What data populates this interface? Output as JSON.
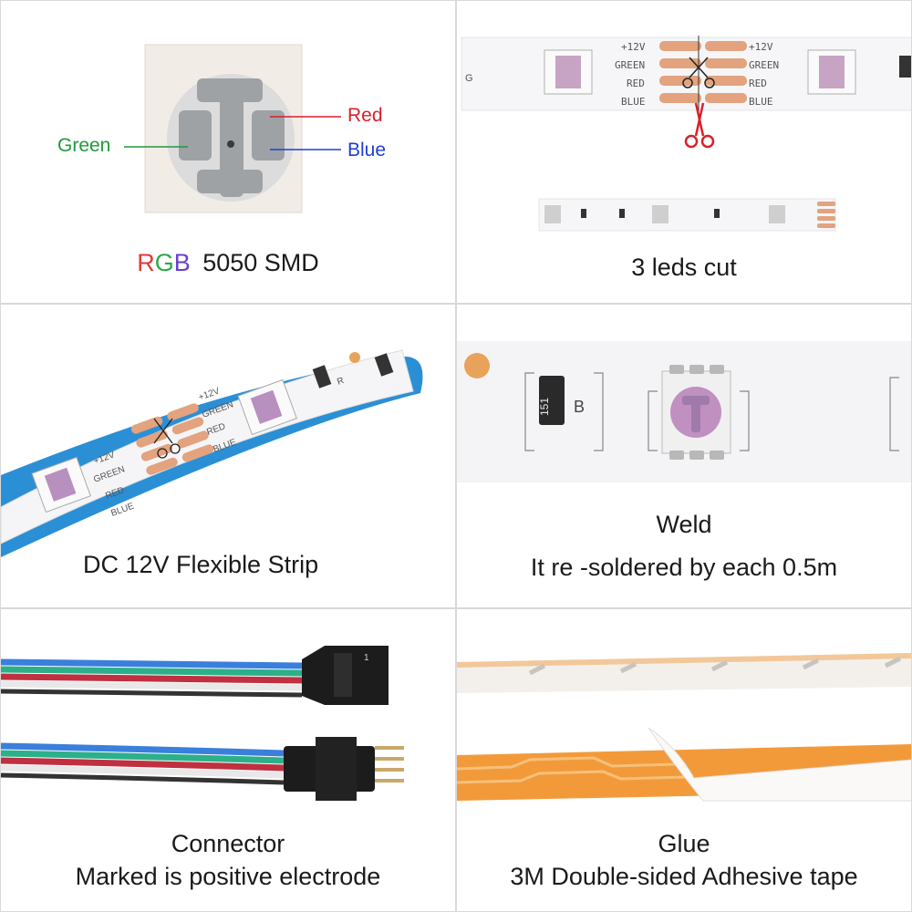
{
  "smd_panel": {
    "label_green": "Green",
    "label_red": "Red",
    "label_blue": "Blue",
    "caption_r": "R",
    "caption_g": "G",
    "caption_b": "B",
    "caption_rest": "5050 SMD",
    "colors": {
      "green": "#1e9a3c",
      "red": "#d9202a",
      "blue": "#1f3fd6"
    }
  },
  "cut_panel": {
    "pad_labels": [
      "+12V",
      "GREEN",
      "RED",
      "BLUE"
    ],
    "edge_letter": "G",
    "caption": "3 leds cut"
  },
  "strip_panel": {
    "pad_labels": [
      "+12V",
      "GREEN",
      "RED",
      "BLUE"
    ],
    "resistor_letter": "R",
    "caption": "DC 12V Flexible Strip"
  },
  "weld_panel": {
    "resistor_code": "151",
    "resistor_letter": "B",
    "caption_title": "Weld",
    "caption_text": "It re -soldered by each 0.5m"
  },
  "connector_panel": {
    "pin_mark": "1",
    "caption_title": "Connector",
    "caption_text": "Marked is positive electrode"
  },
  "glue_panel": {
    "caption_title": "Glue",
    "caption_text": "3M Double-sided Adhesive tape"
  }
}
